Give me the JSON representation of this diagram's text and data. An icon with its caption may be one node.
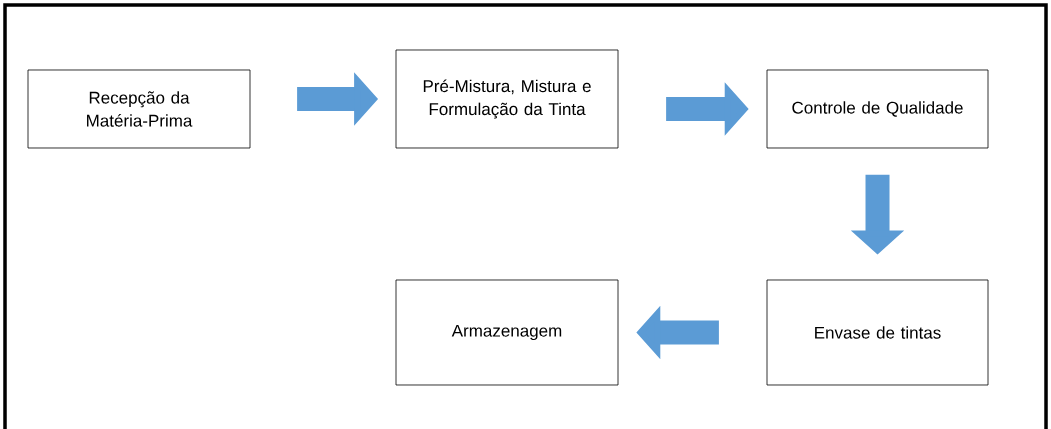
{
  "diagram": {
    "nodes": [
      {
        "text": [
          "Recepção da Matéria-Prima"
        ]
      },
      {
        "text": [
          "Pré-Mistura, Mistura e Formulação da Tinta"
        ]
      },
      {
        "text": [
          "Controle de Qualidade"
        ]
      },
      {
        "text": [
          "Armazenagem"
        ]
      },
      {
        "text": [
          "Envase de tintas"
        ]
      }
    ],
    "edges": [
      {
        "from": 0,
        "to": 1,
        "arrow": "to"
      },
      {
        "from": 1,
        "to": 2,
        "arrow": "to"
      },
      {
        "from": 2,
        "to": 4,
        "arrow": "to"
      },
      {
        "from": 4,
        "to": 3,
        "arrow": "to"
      }
    ]
  }
}
